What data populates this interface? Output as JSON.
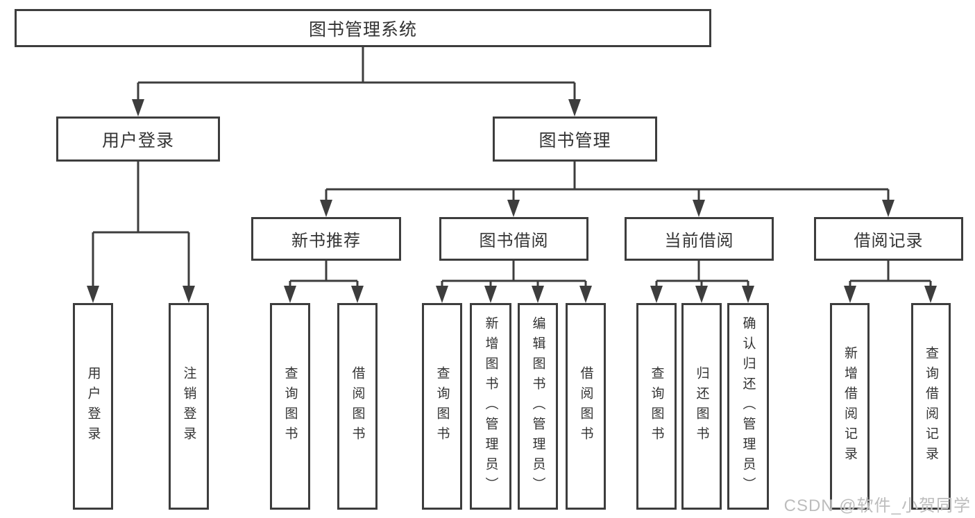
{
  "diagram_title": "图书管理系统",
  "watermark": "CSDN @软件_小贺同学",
  "colors": {
    "line": "#3d3d3d",
    "box_border": "#3d3d3d",
    "text": "#333333",
    "watermark_text": "#bdbdbd",
    "background": "#ffffff"
  },
  "nodes": {
    "root": "图书管理系统",
    "user_login": "用户登录",
    "book_mgmt": "图书管理",
    "new_book": "新书推荐",
    "book_borrow": "图书借阅",
    "current_borrow": "当前借阅",
    "borrow_records": "借阅记录",
    "ul_login": "用户登录",
    "ul_logout": "注销登录",
    "nb_query": "查询图书",
    "nb_borrow": "借阅图书",
    "bb_query": "查询图书",
    "bb_add": "新增图书（管理员）",
    "bb_edit": "编辑图书（管理员）",
    "bb_borrow": "借阅图书",
    "cb_query": "查询图书",
    "cb_return": "归还图书",
    "cb_confirm": "确认归还（管理员）",
    "br_add": "新增借阅记录",
    "br_query": "查询借阅记录"
  }
}
